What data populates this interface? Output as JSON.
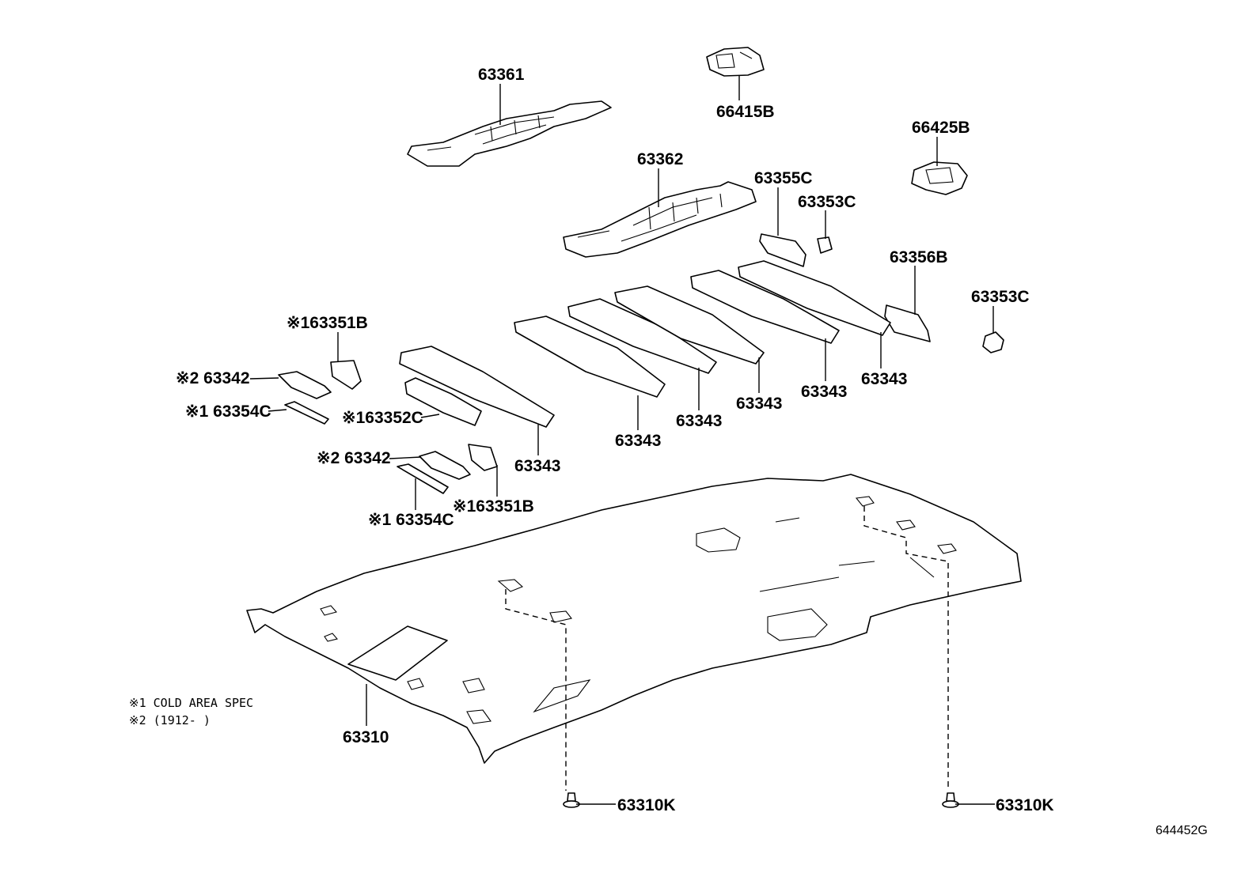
{
  "parts": {
    "p63361": "63361",
    "p66415b": "66415B",
    "p66425b": "66425B",
    "p63362": "63362",
    "p63355c": "63355C",
    "p63353c_a": "63353C",
    "p63356b": "63356B",
    "p63353c_b": "63353C",
    "p63351b_a": "※163351B",
    "p63342_a": "※2 63342",
    "p63354c_a": "※1 63354C",
    "p63352c": "※163352C",
    "p63342_b": "※2 63342",
    "p63354c_b": "※1 63354C",
    "p63351b_b": "※163351B",
    "p63343_1": "63343",
    "p63343_2": "63343",
    "p63343_3": "63343",
    "p63343_4": "63343",
    "p63343_5": "63343",
    "p63343_6": "63343",
    "p63310": "63310",
    "p63310k_a": "63310K",
    "p63310k_b": "63310K"
  },
  "notes": {
    "note1": "※1 COLD AREA SPEC",
    "note2": "※2 (1912-      )"
  },
  "figure_id": "644452G"
}
